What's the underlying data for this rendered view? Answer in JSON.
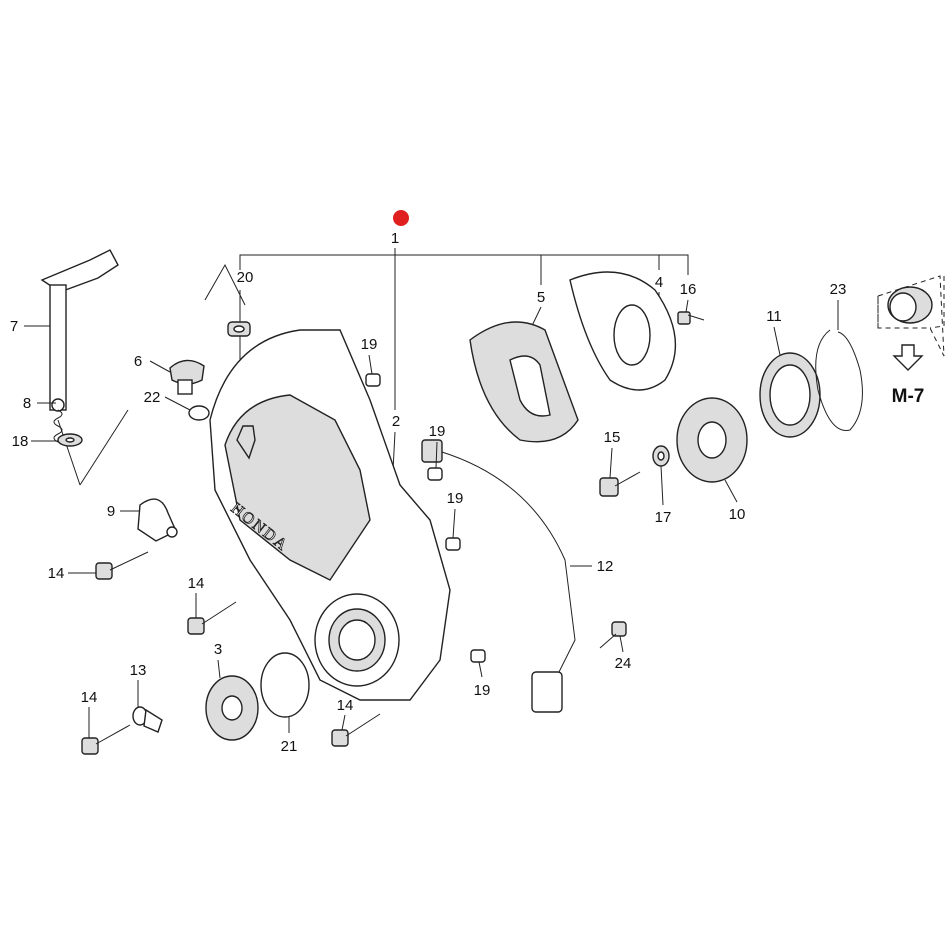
{
  "diagram": {
    "callouts": [
      "1",
      "20",
      "7",
      "6",
      "22",
      "8",
      "18",
      "9",
      "14",
      "14",
      "3",
      "13",
      "14",
      "21",
      "14",
      "19",
      "2",
      "19",
      "19",
      "19",
      "12",
      "24",
      "5",
      "4",
      "16",
      "15",
      "17",
      "10",
      "11",
      "23"
    ],
    "reference_label": "M-7",
    "cover_logo": "HONDA",
    "marker_color": "#e0201f"
  }
}
